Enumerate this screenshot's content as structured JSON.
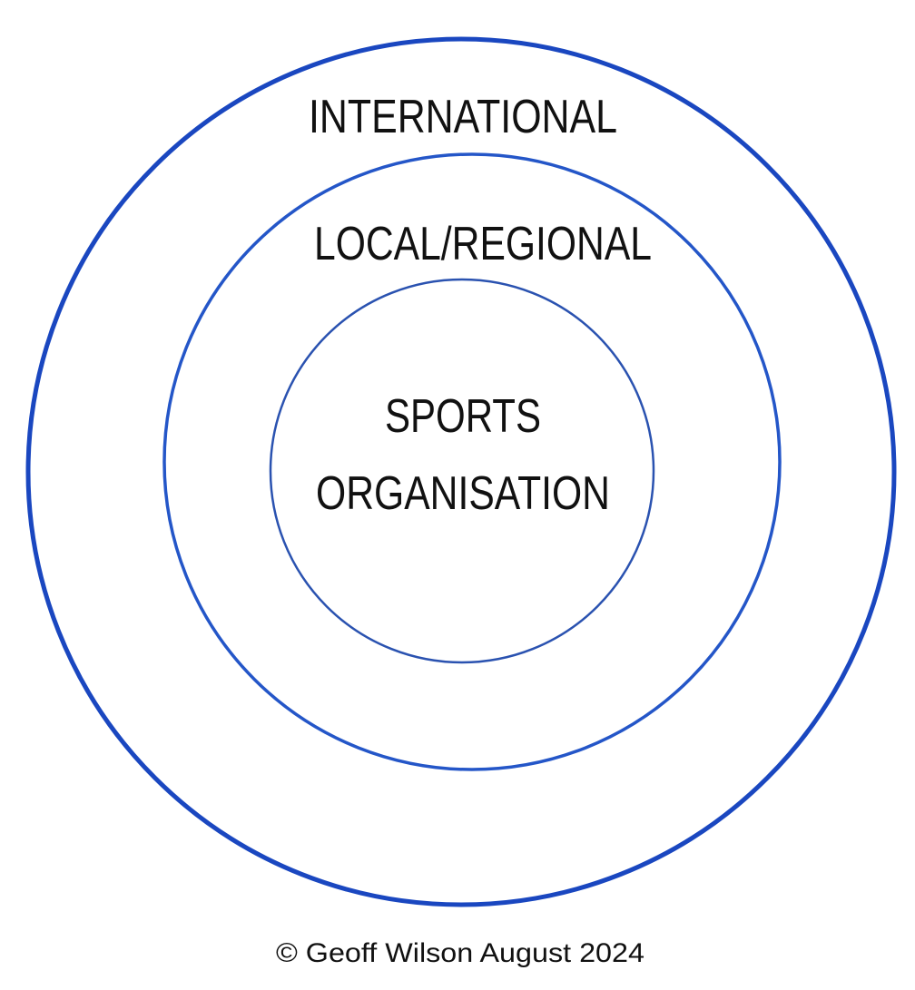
{
  "diagram": {
    "rings": [
      {
        "label": "INTERNATIONAL",
        "color": "#1a47c0"
      },
      {
        "label": "LOCAL/REGIONAL",
        "color": "#2456c8"
      },
      {
        "label_lines": [
          "SPORTS",
          "ORGANISATION"
        ],
        "color": "#2a52b0"
      }
    ],
    "copyright": "© Geoff Wilson August 2024"
  }
}
